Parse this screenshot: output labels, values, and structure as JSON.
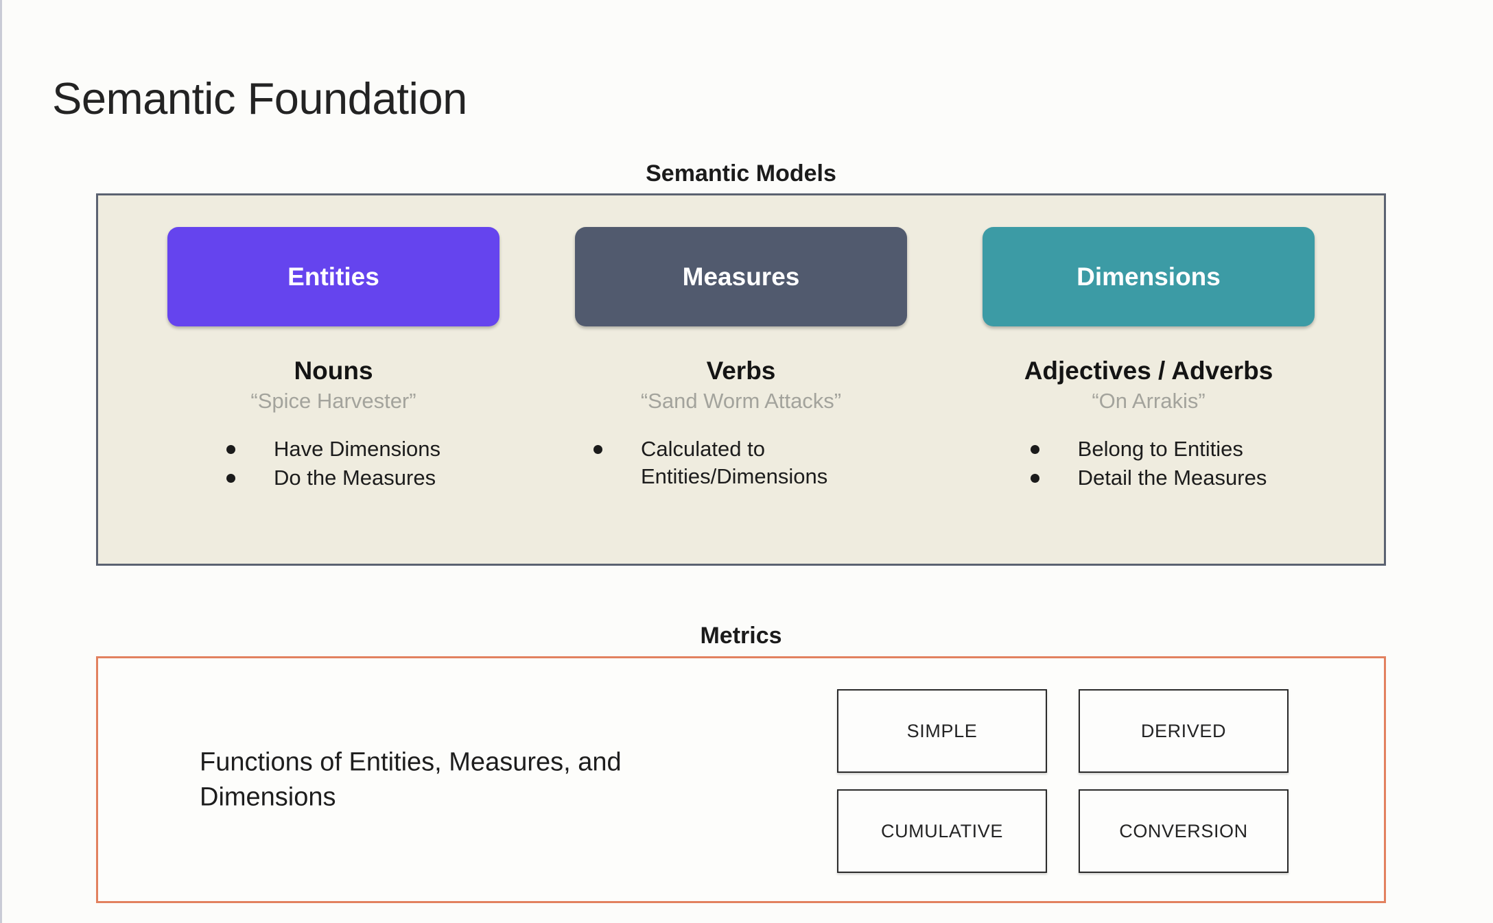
{
  "slide": {
    "title": "Semantic Foundation",
    "background_color": "#fcfcfa"
  },
  "semantic_models": {
    "caption": "Semantic Models",
    "panel_background": "#efecdf",
    "panel_border_color": "#5b6271",
    "columns": [
      {
        "pill_label": "Entities",
        "pill_color": "#6544ee",
        "part_of_speech": "Nouns",
        "example": "“Spice Harvester”",
        "bullets": [
          "Have Dimensions",
          "Do the Measures"
        ]
      },
      {
        "pill_label": "Measures",
        "pill_color": "#515a6e",
        "part_of_speech": "Verbs",
        "example": "“Sand Worm Attacks”",
        "bullets": [
          "Calculated to Entities/Dimensions"
        ]
      },
      {
        "pill_label": "Dimensions",
        "pill_color": "#3c9ba5",
        "part_of_speech": "Adjectives / Adverbs",
        "example": "“On Arrakis”",
        "bullets": [
          "Belong to Entities",
          "Detail the Measures"
        ]
      }
    ]
  },
  "metrics": {
    "caption": "Metrics",
    "panel_border_color": "#e2815f",
    "description": "Functions of Entities, Measures, and Dimensions",
    "types": [
      "SIMPLE",
      "DERIVED",
      "CUMULATIVE",
      "CONVERSION"
    ]
  }
}
